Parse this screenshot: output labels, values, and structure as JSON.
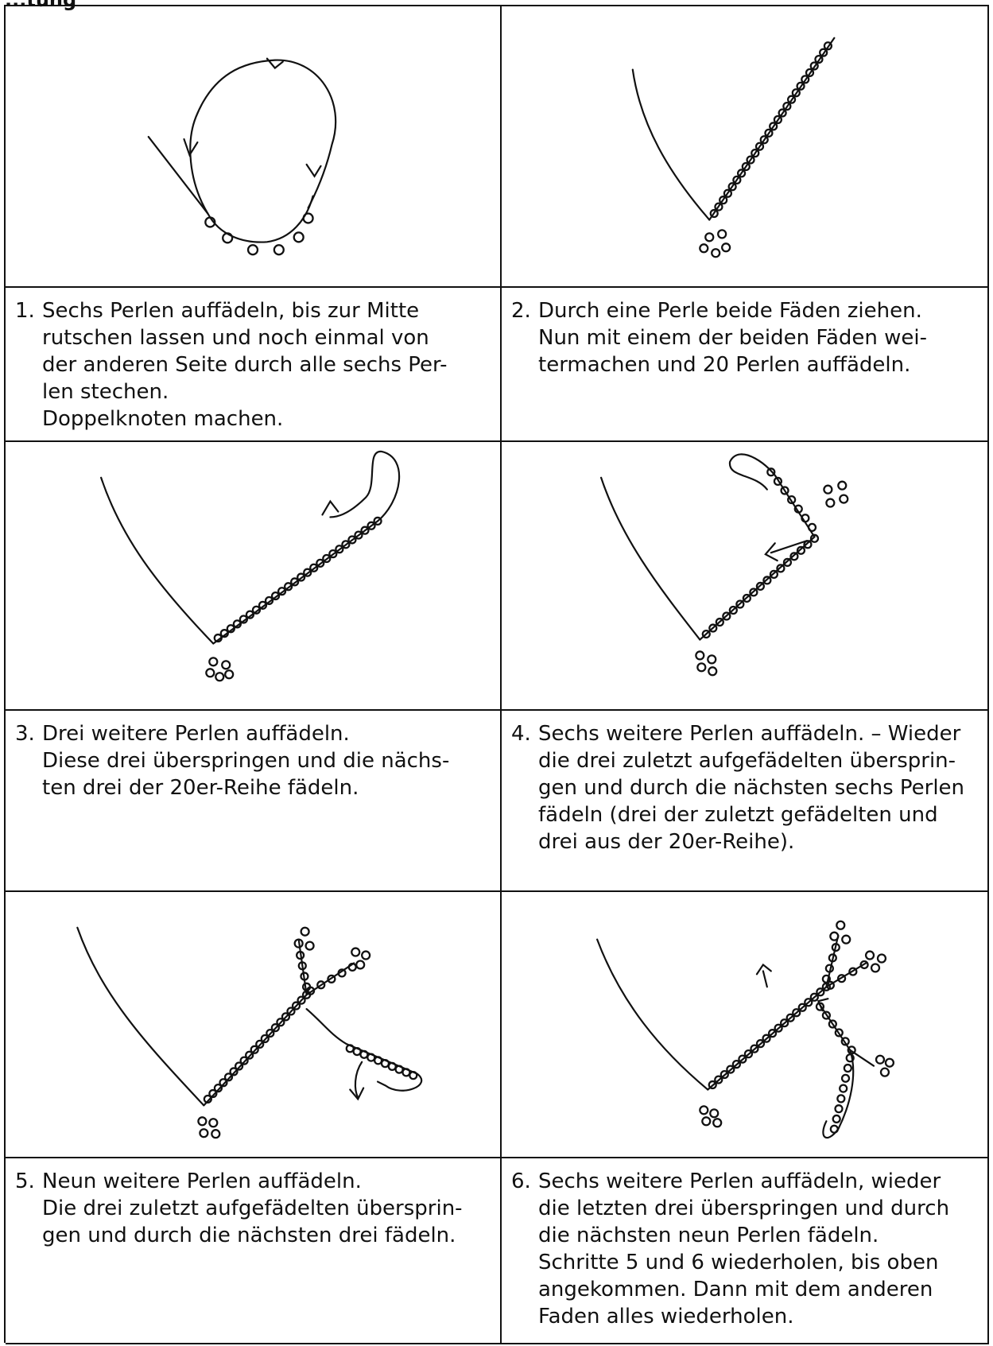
{
  "heading": "...tung",
  "steps": [
    {
      "num": "1.",
      "lines": [
        "Sechs Perlen auffädeln, bis zur Mitte",
        "rutschen lassen und noch einmal von",
        "der anderen Seite durch alle sechs Per-",
        "len stechen.",
        "Doppelknoten machen."
      ]
    },
    {
      "num": "2.",
      "lines": [
        "Durch eine Perle beide Fäden ziehen.",
        "Nun mit einem der beiden Fäden wei-",
        "termachen und 20 Perlen auffädeln."
      ]
    },
    {
      "num": "3.",
      "lines": [
        "Drei weitere Perlen auffädeln.",
        "Diese drei überspringen und die nächs-",
        "ten drei der 20er-Reihe fädeln."
      ]
    },
    {
      "num": "4.",
      "lines": [
        "Sechs weitere Perlen auffädeln. – Wieder",
        "die drei zuletzt aufgefädelten übersprin-",
        "gen und durch die nächsten sechs Perlen",
        "fädeln (drei der zuletzt gefädelten und",
        "drei aus der 20er-Reihe)."
      ]
    },
    {
      "num": "5.",
      "lines": [
        "Neun weitere Perlen auffädeln.",
        "Die drei zuletzt aufgefädelten übersprin-",
        "gen und durch die nächsten drei fädeln."
      ]
    },
    {
      "num": "6.",
      "lines": [
        "Sechs weitere Perlen auffädeln, wieder",
        "die letzten drei überspringen und durch",
        "die nächsten neun Perlen fädeln.",
        "Schritte 5 und 6 wiederholen, bis oben",
        "angekommen. Dann mit dem anderen",
        "Faden alles wiederholen."
      ]
    }
  ]
}
